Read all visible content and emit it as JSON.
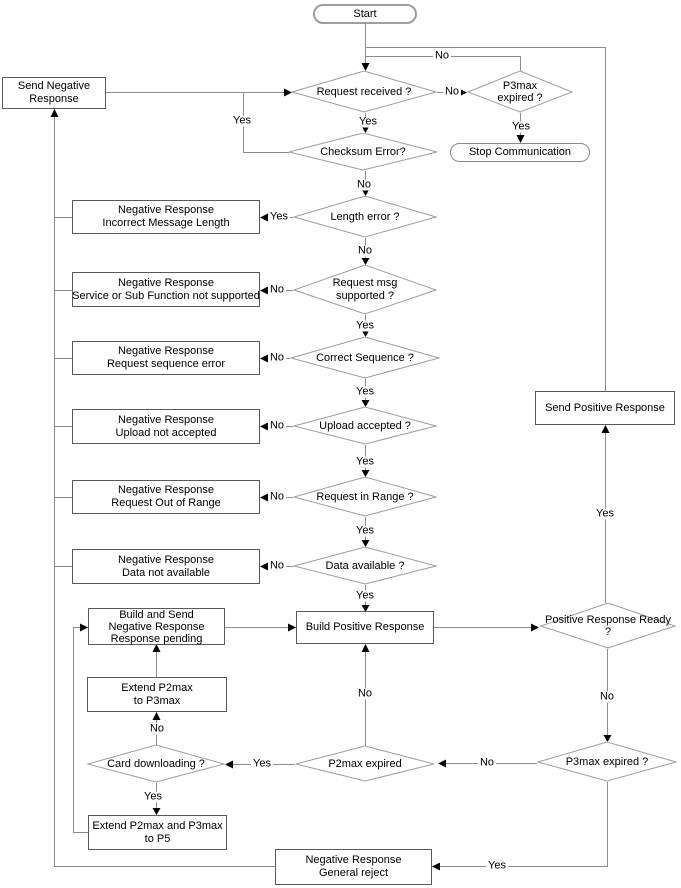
{
  "labels": {
    "yes": "Yes",
    "no": "No"
  },
  "nodes": {
    "start": {
      "label": "Start"
    },
    "request_received": {
      "label": "Request received ?"
    },
    "p3max_expired_top": {
      "line1": "P3max",
      "line2": "expired ?"
    },
    "stop_communication": {
      "label": "Stop Communication"
    },
    "checksum_error": {
      "label": "Checksum Error?"
    },
    "send_negative_response": {
      "line1": "Send Negative",
      "line2": "Response"
    },
    "length_error": {
      "label": "Length error ?"
    },
    "nr_incorrect_length": {
      "line1": "Negative Response",
      "line2": "Incorrect Message Length"
    },
    "request_msg_supported": {
      "line1": "Request msg",
      "line2": "supported ?"
    },
    "nr_not_supported": {
      "line1": "Negative Response",
      "line2": "Service or Sub Function not supported"
    },
    "correct_sequence": {
      "label": "Correct Sequence ?"
    },
    "nr_sequence_error": {
      "line1": "Negative Response",
      "line2": "Request sequence error"
    },
    "upload_accepted": {
      "label": "Upload accepted ?"
    },
    "nr_upload_not_accepted": {
      "line1": "Negative Response",
      "line2": "Upload not accepted"
    },
    "request_in_range": {
      "label": "Request in Range ?"
    },
    "nr_out_of_range": {
      "line1": "Negative Response",
      "line2": "Request Out of Range"
    },
    "data_available": {
      "label": "Data available ?"
    },
    "nr_data_not_available": {
      "line1": "Negative Response",
      "line2": "Data not available"
    },
    "send_positive_response": {
      "label": "Send Positive Response"
    },
    "build_send_nr_pending": {
      "line1": "Build and Send",
      "line2": "Negative Response",
      "line3": "Response pending"
    },
    "build_positive_response": {
      "label": "Build Positive Response"
    },
    "positive_response_ready": {
      "line1": "Positive Response Ready",
      "line2": "?"
    },
    "extend_p2max_to_p3max": {
      "line1": "Extend P2max",
      "line2": "to P3max"
    },
    "card_downloading": {
      "label": "Card downloading ?"
    },
    "p2max_expired": {
      "label": "P2max expired"
    },
    "p3max_expired_bottom": {
      "label": "P3max expired ?"
    },
    "extend_p2max_p3max_to_p5": {
      "line1": "Extend P2max and P3max",
      "line2": "to P5"
    },
    "nr_general_reject": {
      "line1": "Negative Response",
      "line2": "General reject"
    }
  }
}
